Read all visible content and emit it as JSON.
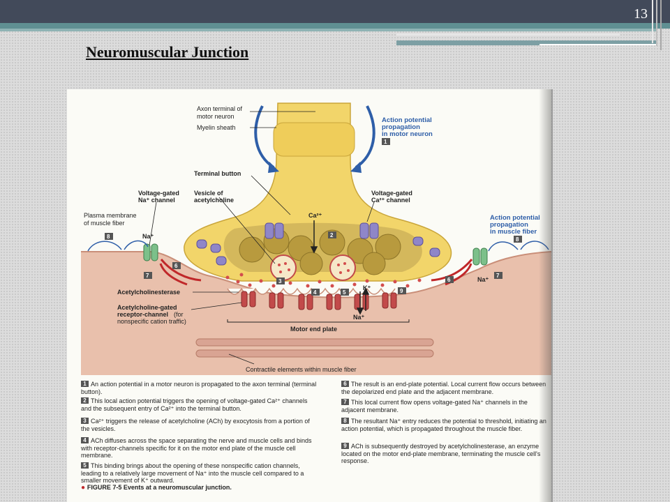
{
  "slide": {
    "number": "13",
    "title": "Neuromuscular Junction"
  },
  "diagram": {
    "labels": {
      "axon_terminal_l1": "Axon terminal of",
      "axon_terminal_l2": "motor neuron",
      "myelin": "Myelin sheath",
      "terminal_button": "Terminal button",
      "vg_na_l1": "Voltage-gated",
      "vg_na_l2": "Na⁺ channel",
      "vesicle_l1": "Vesicle of",
      "vesicle_l2": "acetylcholine",
      "vg_ca_l1": "Voltage-gated",
      "vg_ca_l2": "Ca²⁺ channel",
      "plasma_l1": "Plasma membrane",
      "plasma_l2": "of muscle fiber",
      "ap_neuron_l1": "Action potential",
      "ap_neuron_l2": "propagation",
      "ap_neuron_l3": "in motor neuron",
      "ap_muscle_l1": "Action potential",
      "ap_muscle_l2": "propagation",
      "ap_muscle_l3": "in muscle fiber",
      "ca": "Ca²⁺",
      "na_left": "Na⁺",
      "na_right": "Na⁺",
      "na_bottom": "Na⁺",
      "k": "K⁺",
      "ache": "Acetylcholinesterase",
      "ach_gated_l1": "Acetylcholine-gated",
      "ach_gated_l2": "receptor-channel",
      "ach_gated_l2b": "(for",
      "ach_gated_l3": "nonspecific cation traffic)",
      "end_plate": "Motor end plate",
      "contractile": "Contractile elements within muscle fiber"
    },
    "steps": [
      "1",
      "2",
      "3",
      "4",
      "5",
      "6",
      "7",
      "8",
      "9"
    ],
    "colors": {
      "neuron": "#f2d56a",
      "neuron_dark": "#c9a53a",
      "muscle": "#e6b8a4",
      "arrow_blue": "#2e5ea8",
      "arrow_red": "#c0282a",
      "channel_purple": "#8f86c8",
      "channel_green": "#7cc08a",
      "receptor_red": "#c24a4a"
    }
  },
  "captions": {
    "left": [
      {
        "num": "1",
        "text": "An action potential in a motor neuron is propagated to the axon terminal (terminal button)."
      },
      {
        "num": "2",
        "text": "This local action potential triggers the opening of voltage-gated Ca²⁺ channels and the subsequent entry of Ca²⁺ into the terminal button."
      },
      {
        "num": "3",
        "text": "Ca²⁺ triggers the release of acetylcholine (ACh) by exocytosis from a portion of the vesicles."
      },
      {
        "num": "4",
        "text": "ACh diffuses across the space separating the nerve and muscle cells and binds with receptor-channels specific for it on the motor end plate of the muscle cell membrane."
      },
      {
        "num": "5",
        "text": "This binding brings about the opening of these nonspecific cation channels, leading to a relatively large movement of Na⁺ into the muscle cell compared to a smaller movement of K⁺ outward."
      }
    ],
    "right": [
      {
        "num": "6",
        "text": "The result is an end-plate potential. Local current flow occurs between the depolarized end plate and the adjacent membrane."
      },
      {
        "num": "7",
        "text": "This local current flow opens voltage-gated Na⁺ channels in the adjacent membrane."
      },
      {
        "num": "8",
        "text": "The resultant Na⁺ entry reduces the potential to threshold, initiating an action potential, which is propagated throughout the muscle fiber."
      },
      {
        "num": "9",
        "text": "ACh is subsequently destroyed by acetylcholinesterase, an enzyme located on the motor end-plate membrane, terminating the muscle cell's response."
      }
    ],
    "figure_caption": "FIGURE 7-5  Events at a neuromuscular junction."
  }
}
